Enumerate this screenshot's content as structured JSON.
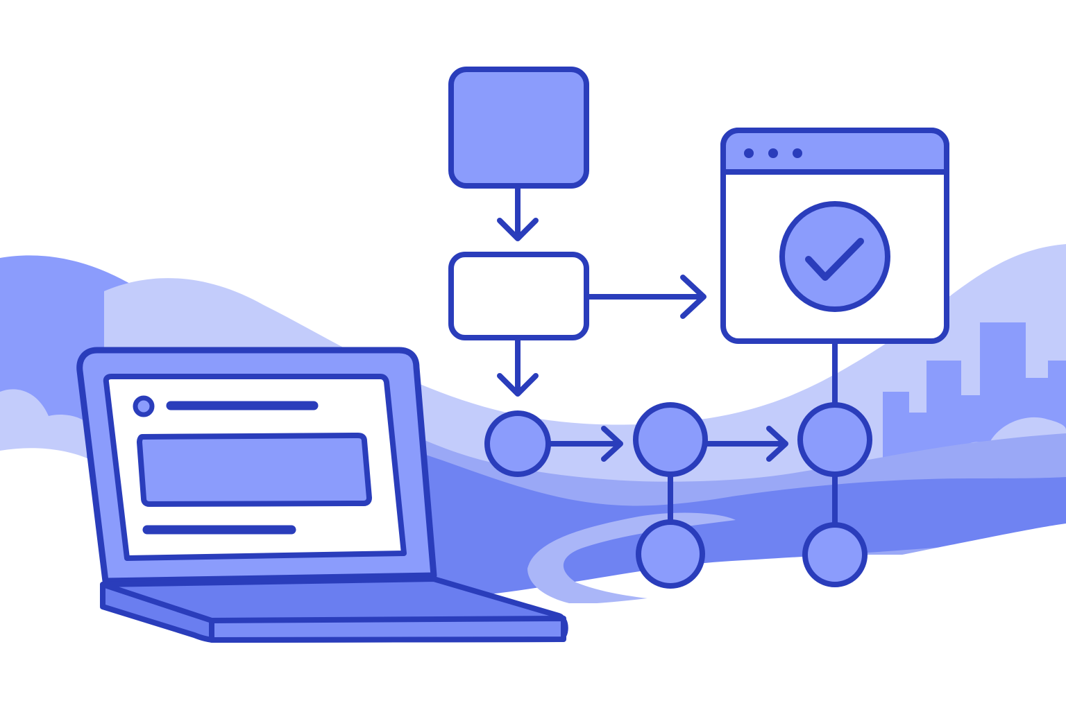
{
  "palette": {
    "background": "#ffffff",
    "outline": "#2a3dbb",
    "fill_main": "#8b9cfc",
    "fill_light": "#c3ccfb",
    "fill_lighter": "#dde3fd",
    "hill_mid": "#9aa8f6",
    "hill_dark": "#6f83f2",
    "hill_deep": "#6a7ef0",
    "window_bg": "#ffffff"
  },
  "icons": {
    "laptop": "laptop-icon",
    "browser": "browser-window-icon",
    "check": "check-circle-icon",
    "flow_box": "flow-box",
    "flow_node": "flow-node-circle",
    "arrow": "arrow-icon",
    "city": "city-skyline",
    "cloud": "cloud-shape"
  }
}
